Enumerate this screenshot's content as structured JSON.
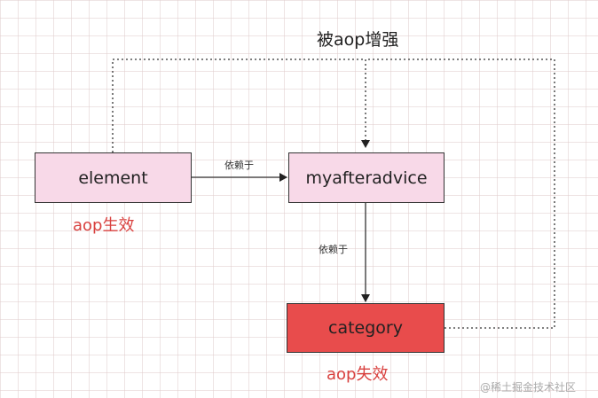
{
  "diagram": {
    "title": "被aop增强",
    "nodes": {
      "element": "element",
      "myafteradvice": "myafteradvice",
      "category": "category"
    },
    "edges": {
      "element_to_myafteradvice": "依赖于",
      "myafteradvice_to_category": "依赖于"
    },
    "status": {
      "element": "aop生效",
      "category": "aop失效"
    }
  },
  "colors": {
    "node_fill": "#f8d9e8",
    "highlight_fill": "#e84c4c",
    "status_text": "#d9413f"
  },
  "watermark": "@稀土掘金技术社区"
}
